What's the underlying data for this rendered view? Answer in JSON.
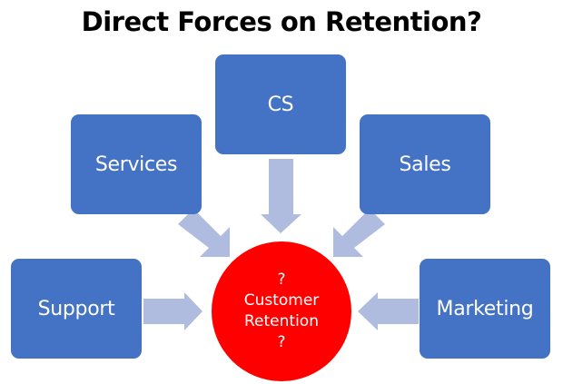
{
  "title": "Direct Forces on Retention?",
  "colors": {
    "box_fill": "#4472c4",
    "arrow_fill": "#b0bcdf",
    "hub_fill": "#ff0000",
    "text_on_shape": "#ffffff",
    "title_text": "#000000"
  },
  "forces": [
    {
      "id": "cs",
      "label": "CS"
    },
    {
      "id": "services",
      "label": "Services"
    },
    {
      "id": "sales",
      "label": "Sales"
    },
    {
      "id": "support",
      "label": "Support"
    },
    {
      "id": "marketing",
      "label": "Marketing"
    }
  ],
  "hub": {
    "line1": "?",
    "line2": "Customer",
    "line3": "Retention",
    "line4": "?"
  }
}
